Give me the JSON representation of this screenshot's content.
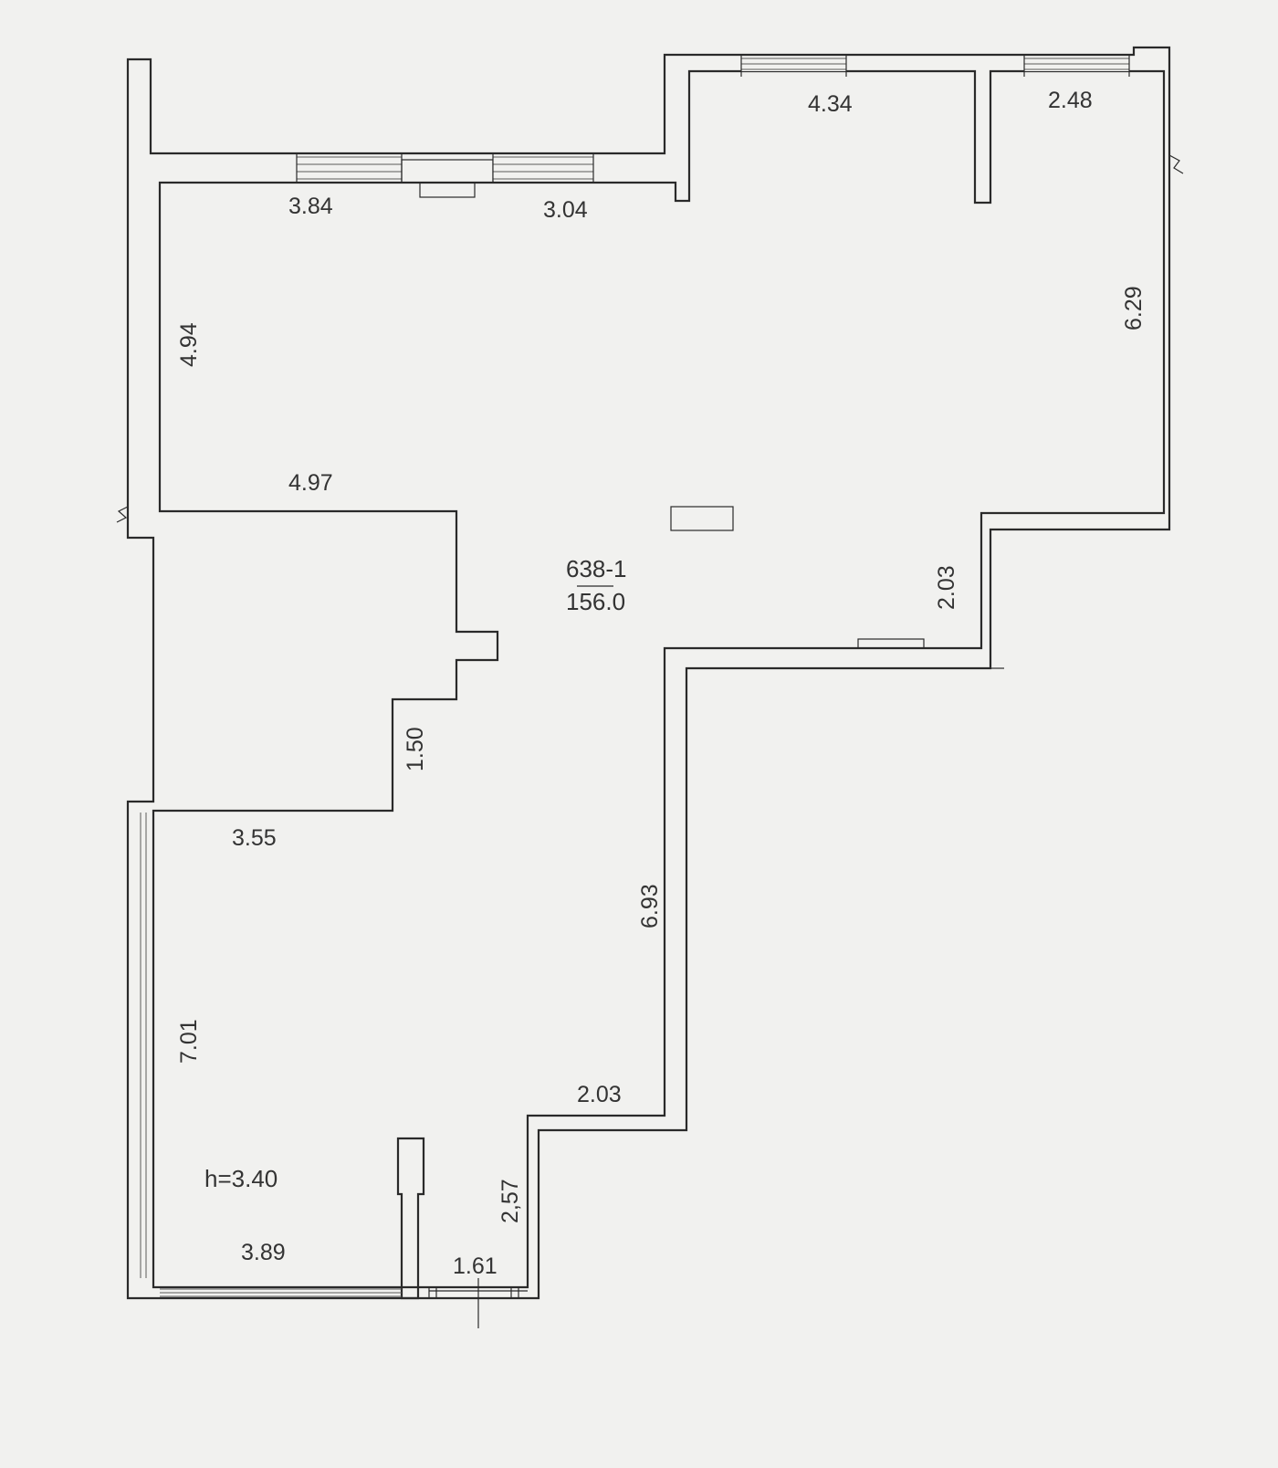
{
  "plan": {
    "room_number": "638-1",
    "area": "156.0",
    "ceiling_height": "h=3.40"
  },
  "dimensions": {
    "top_left_window": "3.84",
    "top_middle_window": "3.04",
    "top_right_a": "4.34",
    "top_right_b": "2.48",
    "right_height": "6.29",
    "left_upper_height": "4.94",
    "mid_width": "4.97",
    "notch_height": "2.03",
    "step_height": "1.50",
    "lower_width_top": "3.55",
    "corridor_height": "6.93",
    "left_lower_height": "7.01",
    "lower_step_width": "2.03",
    "lower_step_height": "2,57",
    "bottom_width": "3.89",
    "door_width": "1.61"
  },
  "colors": {
    "background": "#f1f1ef",
    "line": "#2a2a2a",
    "text": "#333333"
  }
}
